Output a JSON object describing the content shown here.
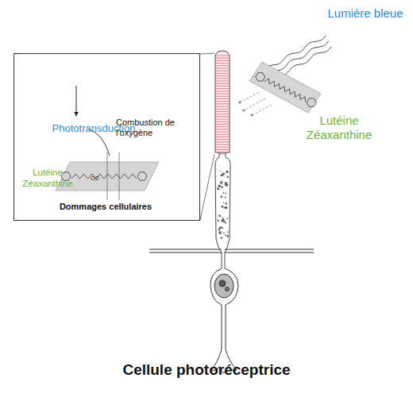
{
  "diagram": {
    "caption": "Cellule photoréceptrice",
    "nodes": [
      {
        "text": [
          "Phototransduction",
          "O2",
          "Combustion de l'oxygène",
          "Lutéine Zéaxanthine",
          "Dommages cellulaires"
        ]
      }
    ],
    "labels": [
      "Lumière bleue",
      "Lutéine Zéaxanthine"
    ]
  }
}
